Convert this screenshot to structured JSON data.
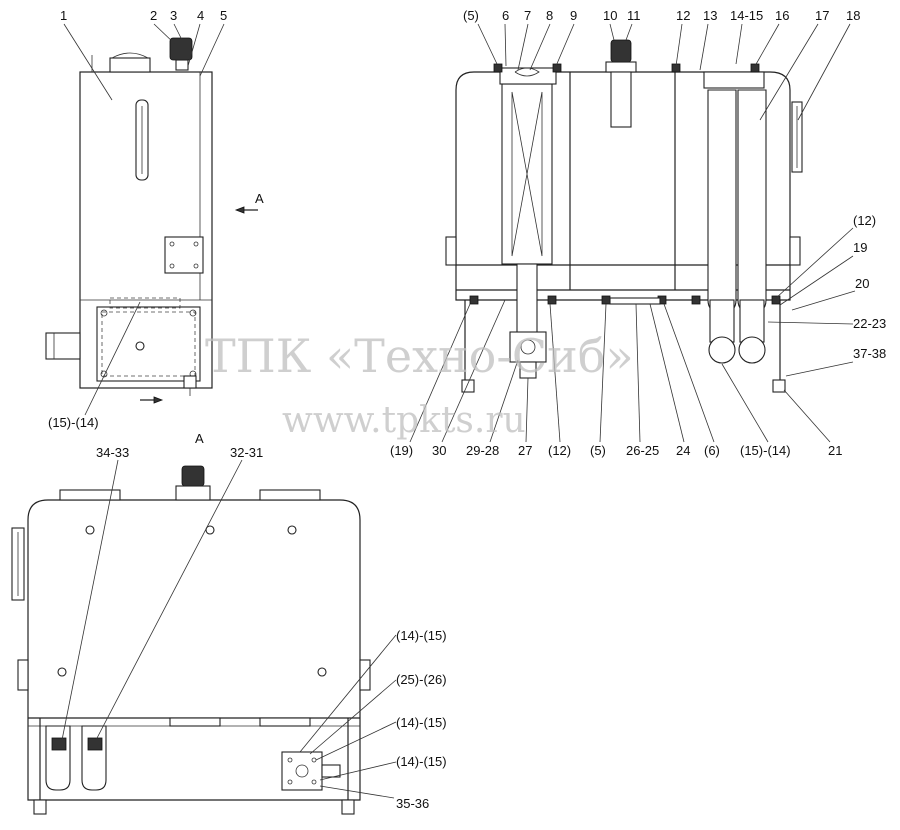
{
  "watermark": {
    "line1": "ТПК «Техно-Сиб»",
    "line2": "www.tpkts.ru"
  },
  "side_view": {
    "view_arrow_letter": "A",
    "callouts": [
      "1",
      "2",
      "3",
      "4",
      "5",
      "(15)-(14)"
    ]
  },
  "front_view": {
    "callouts_top": [
      "(5)",
      "6",
      "7",
      "8",
      "9",
      "10",
      "11",
      "12",
      "13",
      "14-15",
      "16",
      "17",
      "18"
    ],
    "callouts_right": [
      "(12)",
      "19",
      "20",
      "22-23",
      "37-38",
      "21"
    ],
    "callouts_bottom": [
      "(19)",
      "30",
      "29-28",
      "27",
      "(12)",
      "(5)",
      "26-25",
      "24",
      "(6)",
      "(15)-(14)"
    ]
  },
  "view_a": {
    "title": "A",
    "callouts": [
      "34-33",
      "32-31",
      "(14)-(15)",
      "(25)-(26)",
      "(14)-(15)",
      "(14)-(15)",
      "35-36"
    ]
  }
}
